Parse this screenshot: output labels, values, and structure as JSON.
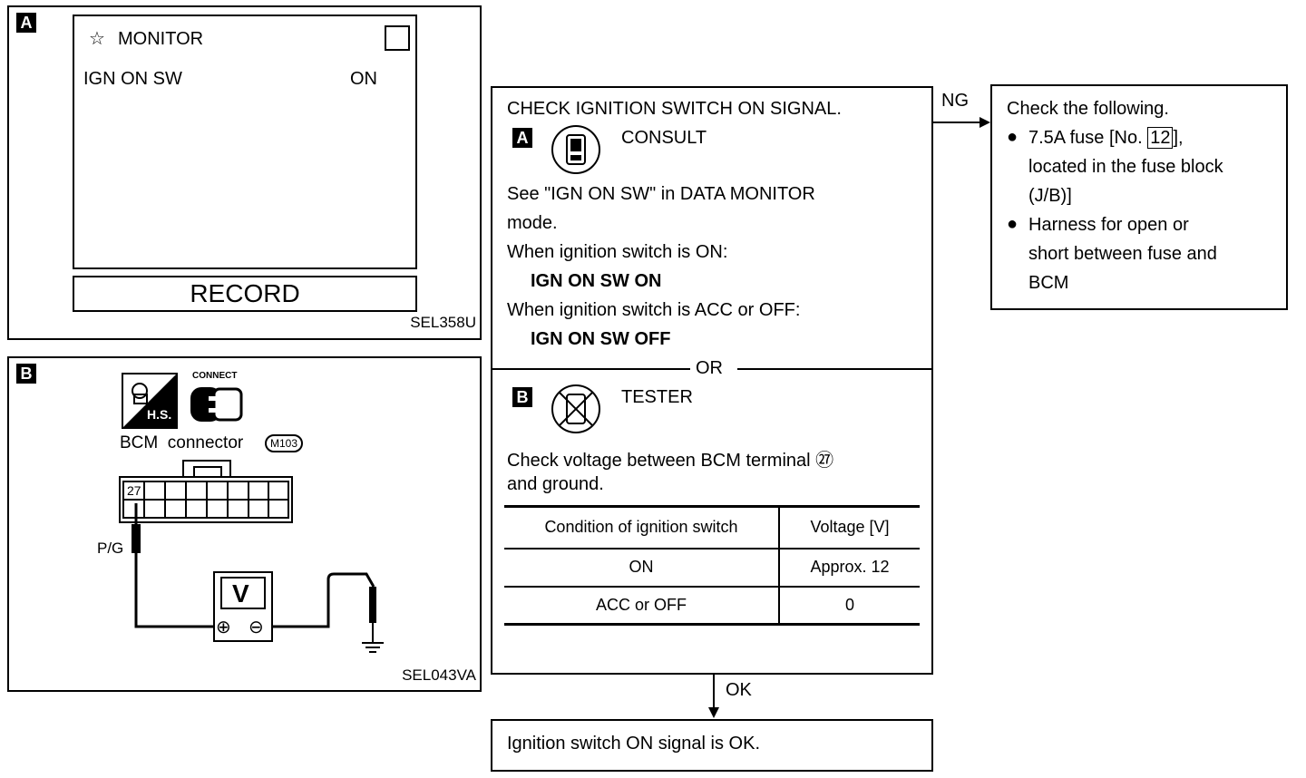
{
  "panel_a": {
    "letter": "A",
    "monitor_title": "MONITOR",
    "row_label": "IGN ON SW",
    "row_value": "ON",
    "record_button": "RECORD",
    "code": "SEL358U"
  },
  "panel_b": {
    "letter": "B",
    "hs_label": "H.S.",
    "connect_label": "CONNECT",
    "connector_label": "BCM  connector",
    "connector_id": "M103",
    "terminal": "27",
    "wire_color": "P/G",
    "meter_label": "V",
    "plus": "⊕",
    "minus": "⊖",
    "code": "SEL043VA"
  },
  "check": {
    "heading": "CHECK IGNITION SWITCH ON SIGNAL.",
    "a_letter": "A",
    "consult_label": "CONSULT",
    "see_text": "See \"IGN ON SW\" in DATA MONITOR",
    "mode_text": "mode.",
    "when_on": "When ignition switch is ON:",
    "ign_on": "IGN ON SW ON",
    "when_acc": "When ignition switch is ACC or OFF:",
    "ign_off": "IGN ON SW OFF",
    "or_label": "OR",
    "b_letter": "B",
    "tester_label": "TESTER",
    "voltage_text": "Check voltage between BCM terminal ㉗",
    "ground_text": "and ground.",
    "table": {
      "headers": [
        "Condition of ignition switch",
        "Voltage [V]"
      ],
      "rows": [
        [
          "ON",
          "Approx. 12"
        ],
        [
          "ACC or OFF",
          "0"
        ]
      ]
    }
  },
  "ng": {
    "label": "NG",
    "title": "Check the following.",
    "bullet1_line1": "7.5A fuse [No.",
    "fuse_no": "12",
    "bullet1_line1_end": "],",
    "bullet1_line2": "located in the fuse block",
    "bullet1_line3": "(J/B)]",
    "bullet2_line1": "Harness for open or",
    "bullet2_line2": "short between fuse and",
    "bullet2_line3": "BCM"
  },
  "ok": {
    "label": "OK",
    "result": "Ignition switch ON signal is OK."
  }
}
